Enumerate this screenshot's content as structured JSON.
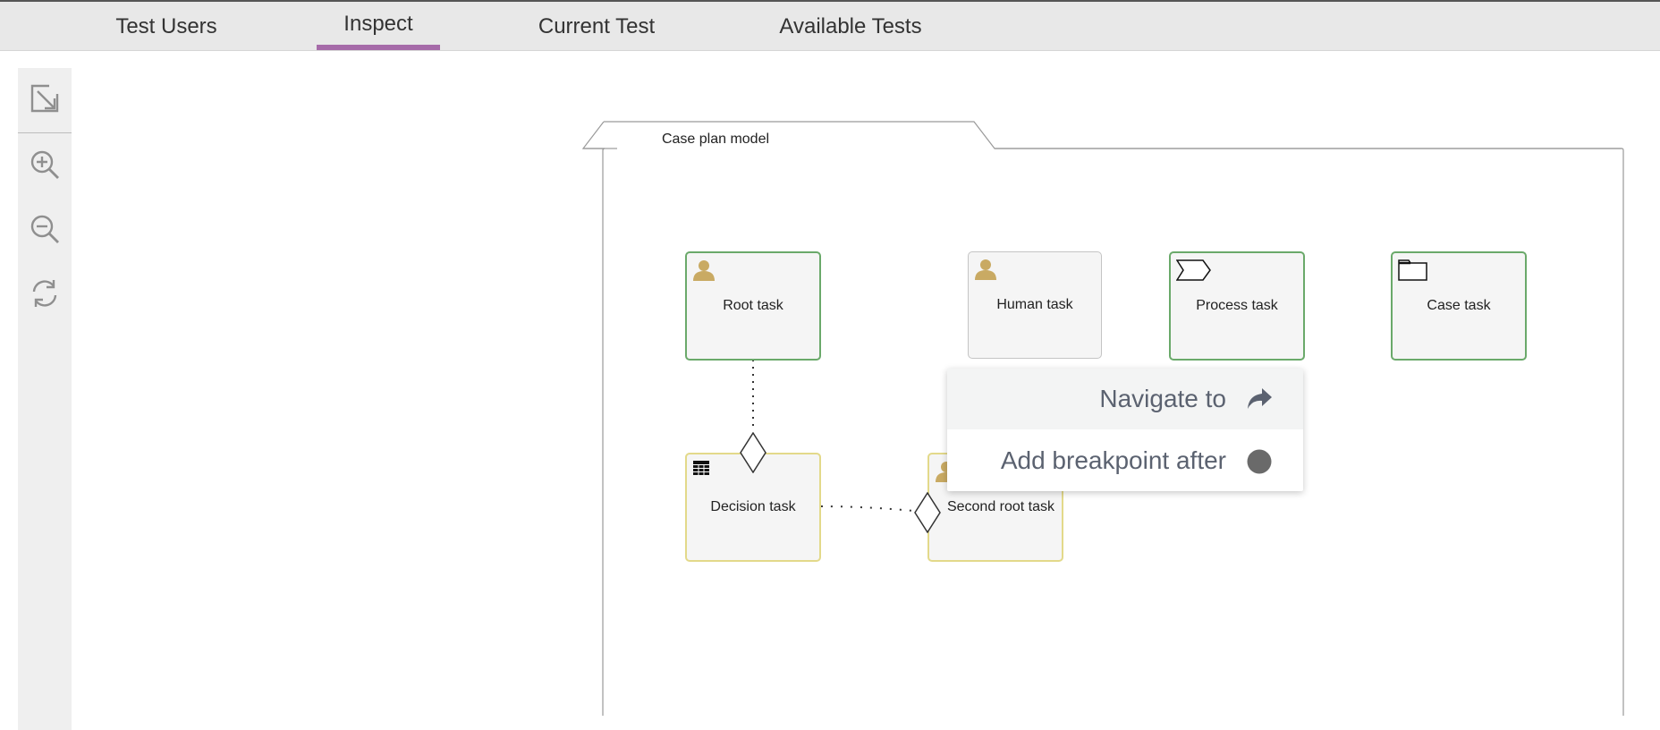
{
  "tabs": [
    {
      "label": "Test Users",
      "active": false
    },
    {
      "label": "Inspect",
      "active": true
    },
    {
      "label": "Current Test",
      "active": false
    },
    {
      "label": "Available Tests",
      "active": false
    }
  ],
  "accent_color": "#a66ba9",
  "toolbar": {
    "tools": [
      {
        "name": "fit-to-screen",
        "icon": "resize-diagonal-icon"
      },
      {
        "name": "zoom-in",
        "icon": "zoom-in-icon"
      },
      {
        "name": "zoom-out",
        "icon": "zoom-out-icon"
      },
      {
        "name": "refresh",
        "icon": "refresh-icon"
      }
    ]
  },
  "diagram": {
    "case_plan_label": "Case plan model",
    "nodes": [
      {
        "label": "Root task",
        "type": "human-task",
        "state": "completed",
        "border_color": "#6aa96a"
      },
      {
        "label": "Human task",
        "type": "human-task",
        "state": "inactive",
        "border_color": "#c4c4c4"
      },
      {
        "label": "Process task",
        "type": "process-task",
        "state": "completed",
        "border_color": "#6aa96a"
      },
      {
        "label": "Case task",
        "type": "case-task",
        "state": "completed",
        "border_color": "#6aa96a"
      },
      {
        "label": "Decision task",
        "type": "decision-task",
        "state": "available",
        "border_color": "#e3d98a"
      },
      {
        "label": "Second root task",
        "type": "human-task",
        "state": "available",
        "border_color": "#e3d98a"
      }
    ]
  },
  "context_menu": {
    "items": [
      {
        "label": "Navigate to",
        "icon": "share-arrow-icon"
      },
      {
        "label": "Add breakpoint after",
        "icon": "breakpoint-circle-icon"
      }
    ]
  }
}
